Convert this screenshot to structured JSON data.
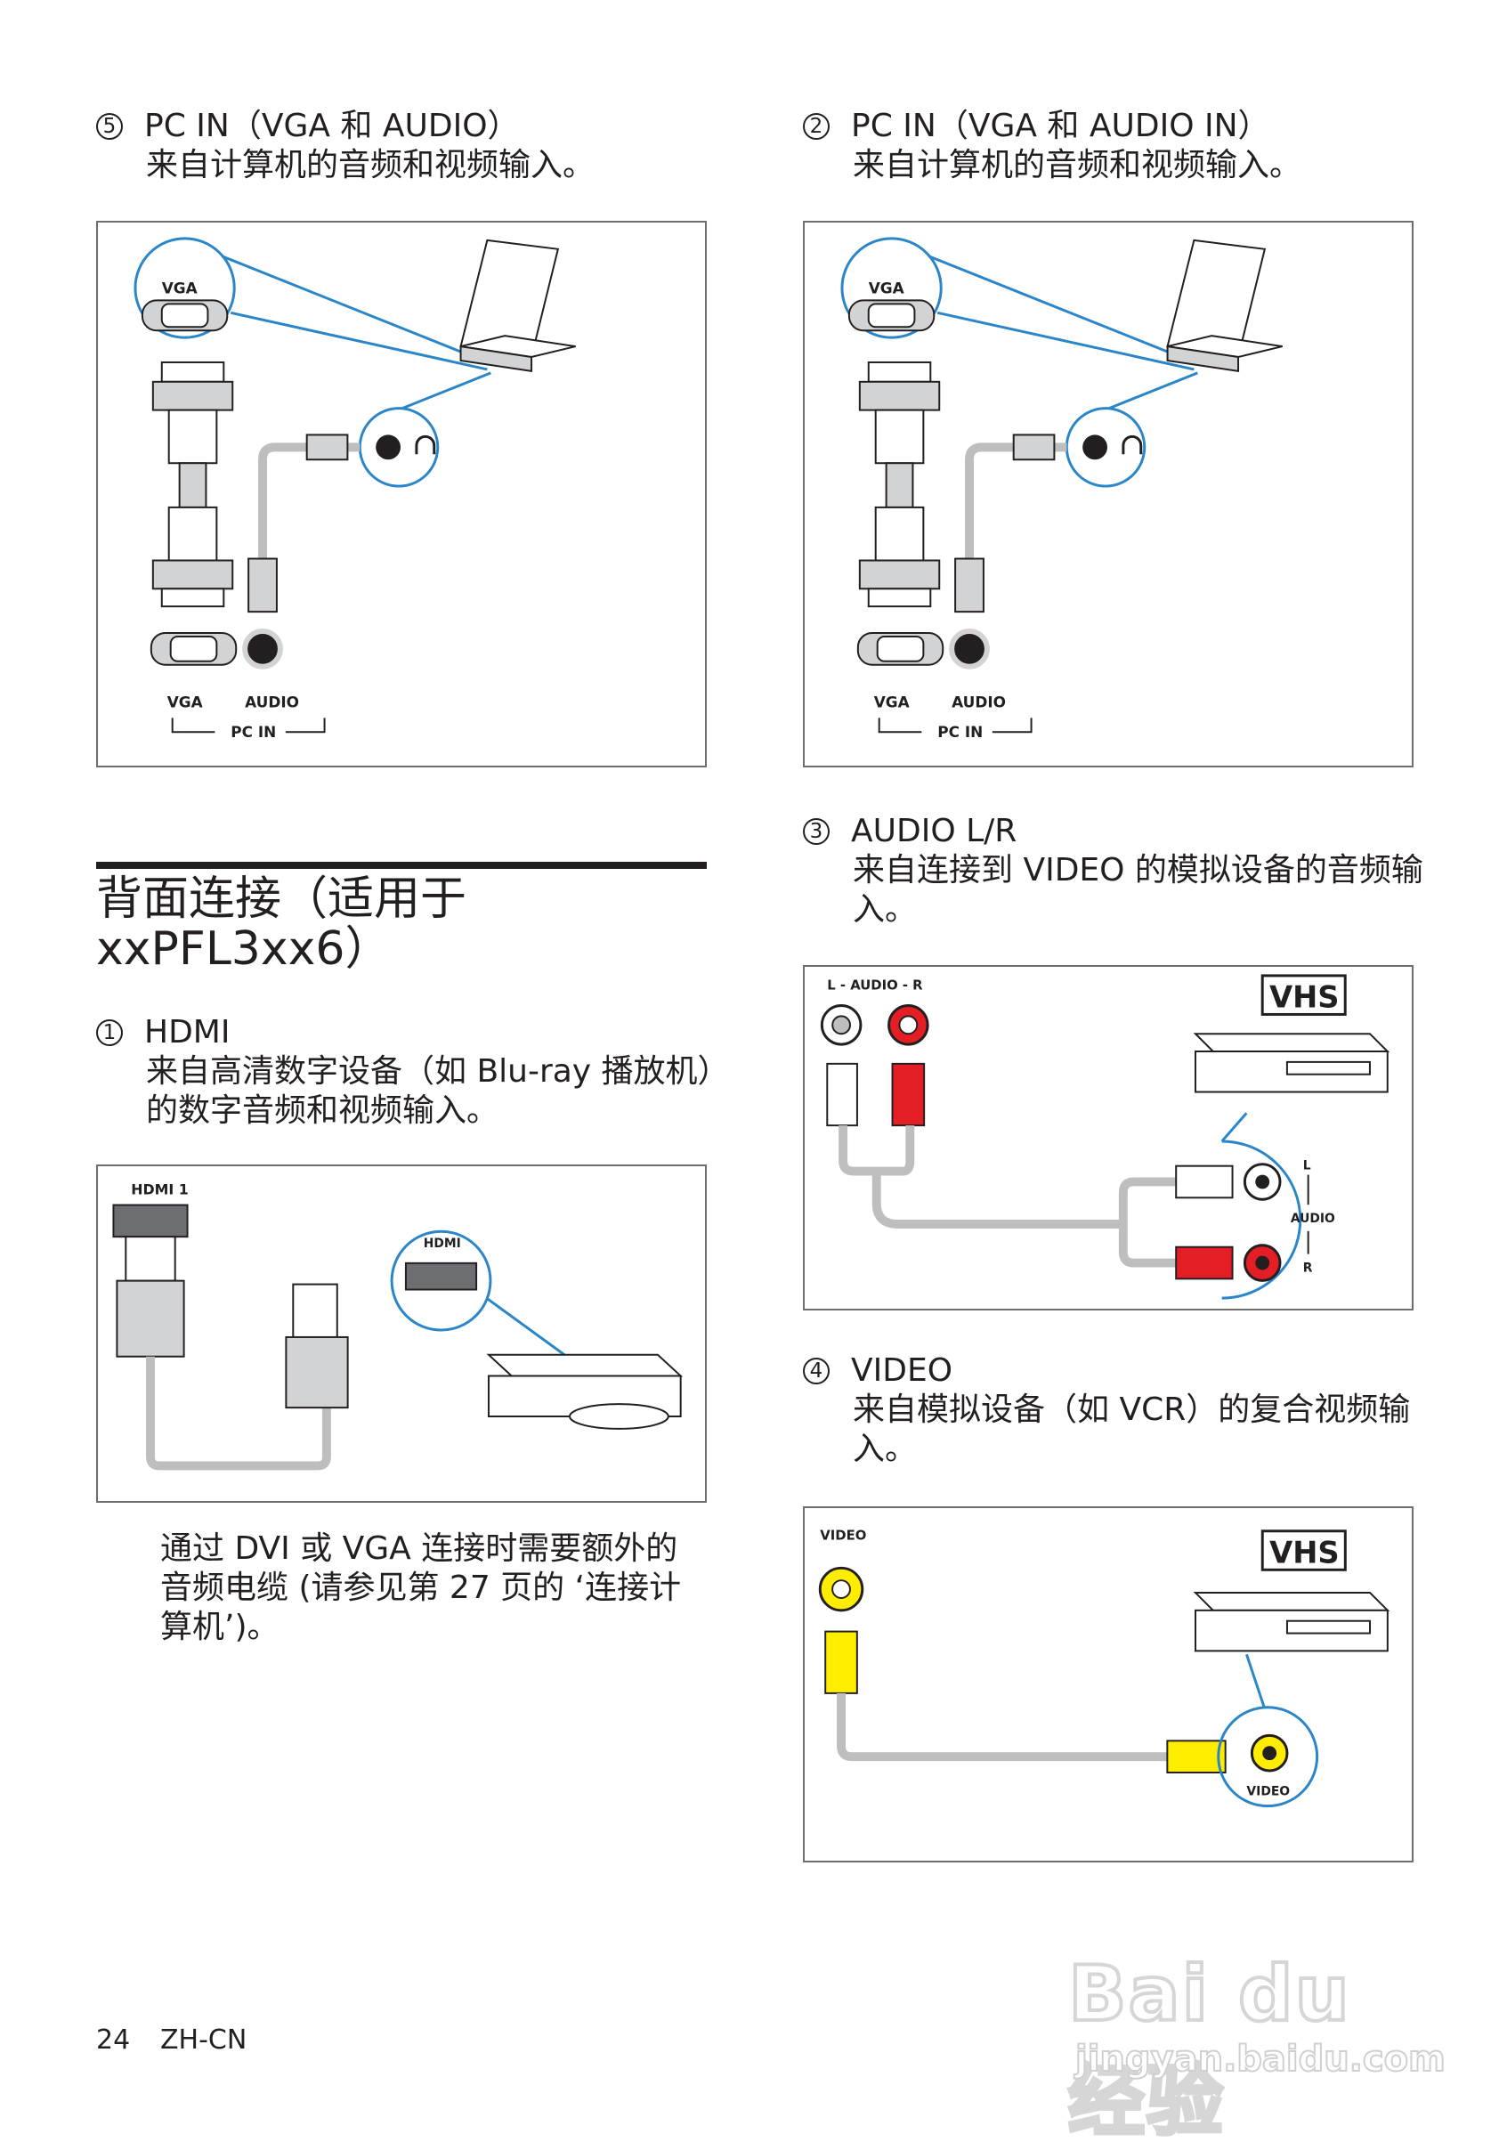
{
  "left_column": {
    "item5": {
      "number": "5",
      "title": "PC IN（VGA 和 AUDIO）",
      "desc": "来自计算机的音频和视频输入。",
      "diagram": {
        "vga_top": "VGA",
        "vga_bottom": "VGA",
        "audio": "AUDIO",
        "group": "PC IN"
      }
    },
    "section_title": "背面连接（适用于 xxPFL3xx6）",
    "item1": {
      "number": "1",
      "title": "HDMI",
      "desc": "来自高清数字设备（如 Blu-ray 播放机）的数字音频和视频输入。",
      "diagram": {
        "port_label": "HDMI 1",
        "zoom_label": "HDMI"
      }
    },
    "note": "通过 DVI 或 VGA 连接时需要额外的音频电缆 (请参见第 27 页的 ‘连接计算机’)。"
  },
  "right_column": {
    "item2": {
      "number": "2",
      "title": "PC IN（VGA 和 AUDIO IN）",
      "desc": "来自计算机的音频和视频输入。",
      "diagram": {
        "vga_top": "VGA",
        "vga_bottom": "VGA",
        "audio": "AUDIO",
        "group": "PC IN"
      }
    },
    "item3": {
      "number": "3",
      "title": "AUDIO L/R",
      "desc": "来自连接到 VIDEO 的模拟设备的音频输入。",
      "diagram": {
        "port_label": "L - AUDIO - R",
        "brand": "VHS",
        "l": "L",
        "audio": "AUDIO",
        "r": "R"
      }
    },
    "item4": {
      "number": "4",
      "title": "VIDEO",
      "desc": "来自模拟设备（如 VCR）的复合视频输入。",
      "diagram": {
        "port_label": "VIDEO",
        "brand": "VHS",
        "zoom_label": "VIDEO"
      }
    }
  },
  "footer": {
    "page_number": "24",
    "language": "ZH-CN"
  },
  "watermark": {
    "line1": "Bai du 经验",
    "line2": "jingyan.baidu.com"
  },
  "colors": {
    "accent_blue": "#2a86c9",
    "audio_red": "#e31e24",
    "video_yellow": "#ffed00",
    "cable_gray": "#bcbec0"
  }
}
